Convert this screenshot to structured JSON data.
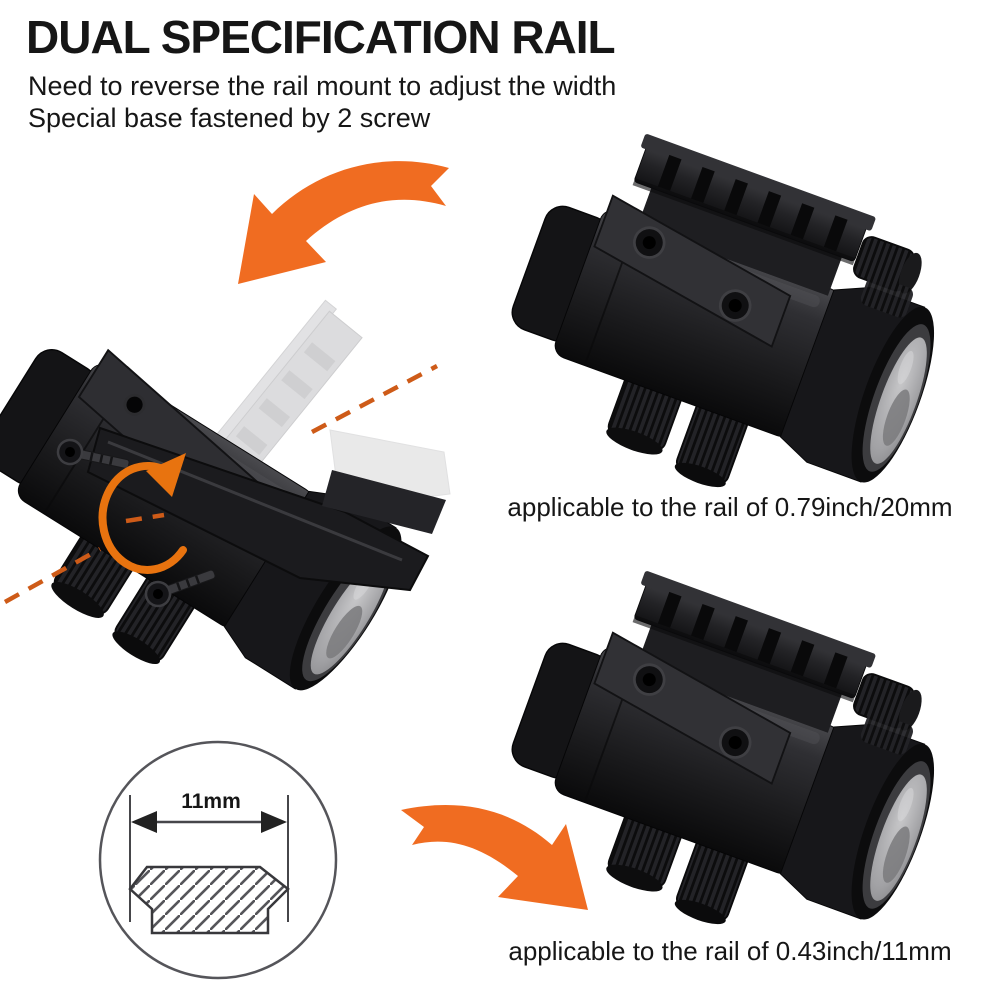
{
  "header": {
    "title": "DUAL SPECIFICATION RAIL",
    "subtitle_line1": "Need to reverse the rail mount to adjust the width",
    "subtitle_line2": "Special base fastened by 2 screw"
  },
  "figures": {
    "top_right_caption": "applicable to the rail of 0.79inch/20mm",
    "bottom_right_caption": "applicable to the rail of 0.43inch/11mm",
    "cross_section_label": "11mm"
  },
  "icons": [
    {
      "name": "curved-arrow-top-icon",
      "meaning": "swap direction toward disassembly view"
    },
    {
      "name": "curved-arrow-bottom-icon",
      "meaning": "swap direction toward 11mm view"
    },
    {
      "name": "rotation-arrow-icon",
      "meaning": "rotate/reverse the rail mount"
    },
    {
      "name": "dimension-arrow-icon",
      "meaning": "11mm rail width dimension"
    }
  ],
  "colors": {
    "accent_orange": "#F06C21",
    "dashed_orange": "#CE5B18",
    "text": "#161616",
    "scope_black": "#1a1a1c",
    "background": "#ffffff"
  }
}
